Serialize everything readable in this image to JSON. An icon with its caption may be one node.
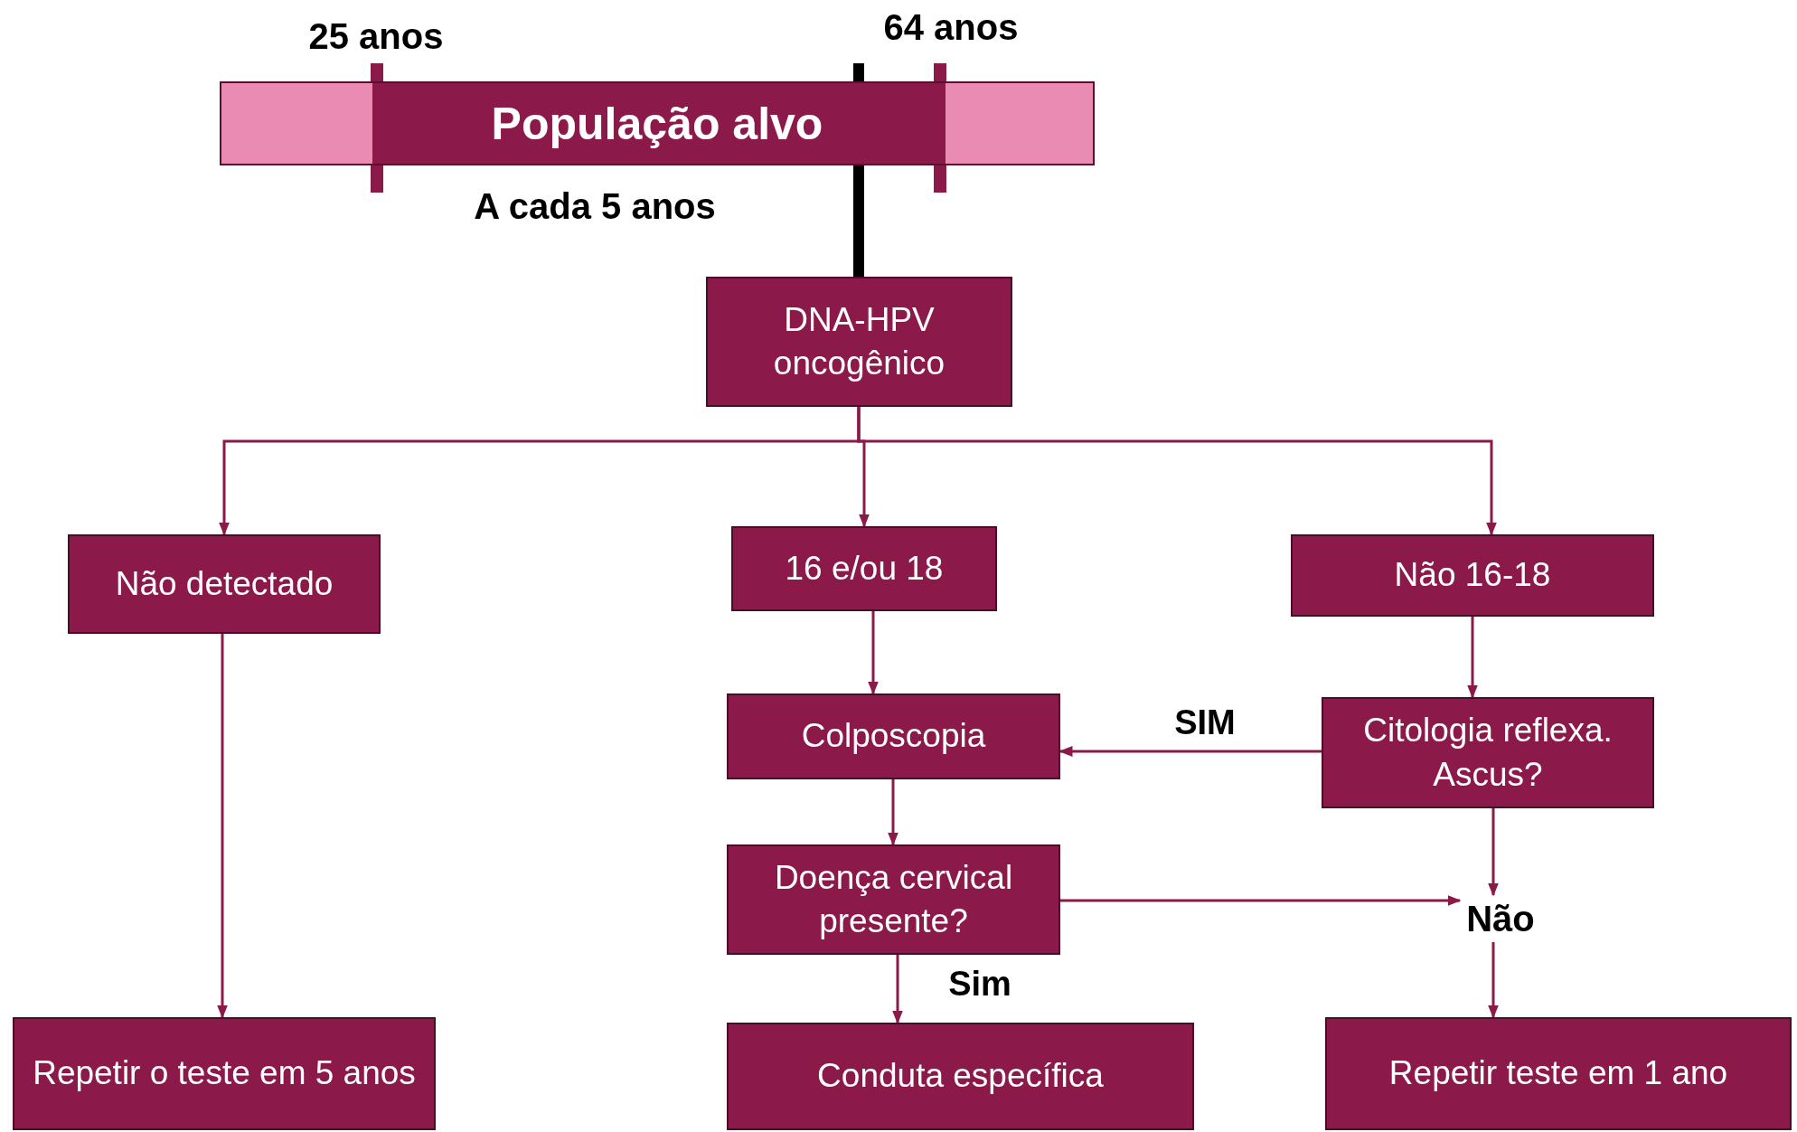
{
  "diagram": {
    "nodes": [
      {
        "text": [
          "População alvo"
        ]
      },
      {
        "text": [
          "DNA-HPV oncogênico"
        ]
      },
      {
        "text": [
          "Não detectado"
        ]
      },
      {
        "text": [
          "16 e/ou 18"
        ]
      },
      {
        "text": [
          "Não 16-18"
        ]
      },
      {
        "text": [
          "Colposcopia"
        ]
      },
      {
        "text": [
          "Citologia reflexa. Ascus?"
        ]
      },
      {
        "text": [
          "Doença cervical presente?"
        ]
      },
      {
        "text": [
          "Não"
        ]
      },
      {
        "text": [
          "Repetir o teste em 5 anos"
        ]
      },
      {
        "text": [
          "Conduta específica"
        ]
      },
      {
        "text": [
          "Repetir teste em 1 ano"
        ]
      }
    ],
    "edges": [
      {
        "from": 0,
        "to": 1,
        "arrow": "none",
        "style": "thick",
        "color": "#000000"
      },
      {
        "from": 1,
        "to": 2,
        "arrow": "to"
      },
      {
        "from": 1,
        "to": 3,
        "arrow": "to"
      },
      {
        "from": 1,
        "to": 4,
        "arrow": "to"
      },
      {
        "from": 2,
        "to": 9,
        "arrow": "to"
      },
      {
        "from": 3,
        "to": 5,
        "arrow": "to"
      },
      {
        "from": 4,
        "to": 6,
        "arrow": "to"
      },
      {
        "from": 6,
        "to": 5,
        "arrow": "to",
        "label": "SIM"
      },
      {
        "from": 5,
        "to": 7,
        "arrow": "to"
      },
      {
        "from": 7,
        "to": 8,
        "arrow": "to"
      },
      {
        "from": 6,
        "to": 8,
        "arrow": "to"
      },
      {
        "from": 8,
        "to": 11,
        "arrow": "to"
      },
      {
        "from": 7,
        "to": 10,
        "arrow": "to",
        "label": "Sim"
      }
    ],
    "labels": [
      "25 anos",
      "64 anos",
      "A cada 5 anos"
    ]
  }
}
